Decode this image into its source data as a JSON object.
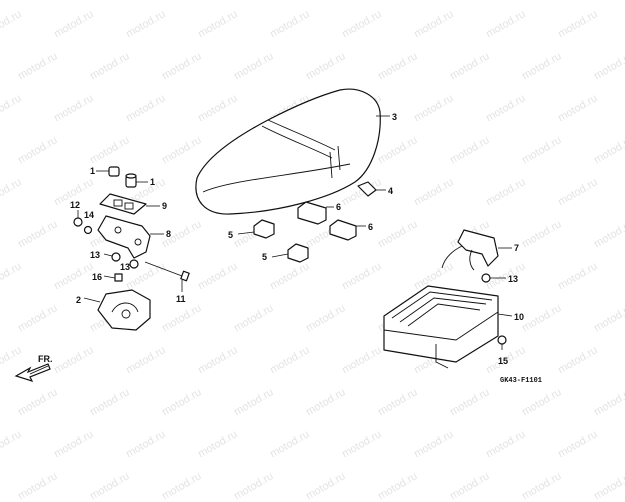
{
  "watermark": "motod.ru",
  "callouts": {
    "c1a": "1",
    "c1b": "1",
    "c2": "2",
    "c3": "3",
    "c4": "4",
    "c5a": "5",
    "c5b": "5",
    "c6a": "6",
    "c6b": "6",
    "c7": "7",
    "c8": "8",
    "c9": "9",
    "c10": "10",
    "c11": "11",
    "c12": "12",
    "c13a": "13",
    "c13b": "13",
    "c13c": "13",
    "c14": "14",
    "c15": "15",
    "c16": "16"
  },
  "direction_label": "FR.",
  "drawing_code": "GK43-F1101"
}
